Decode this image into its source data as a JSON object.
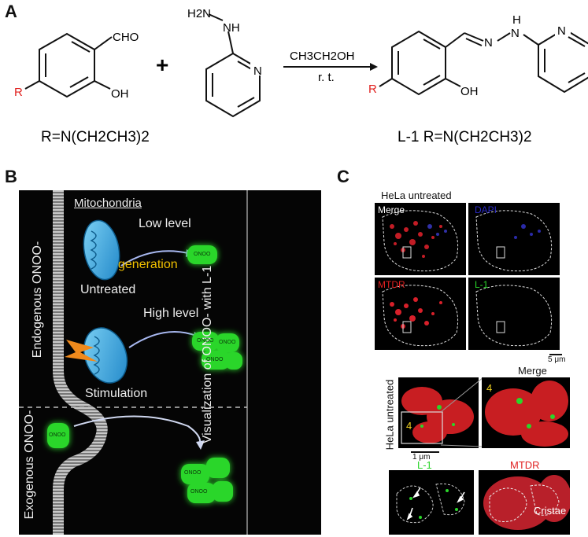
{
  "panelA": {
    "label": "A",
    "reactant1_cho": "CHO",
    "reactant1_oh": "OH",
    "reactant1_r": "R",
    "plus": "+",
    "reactant2_h2n": "H2N",
    "reactant2_nh": "NH",
    "reactant2_n": "N",
    "solvent": "CH3CH2OH",
    "condition": "r. t.",
    "product_n": "N",
    "product_h": "H",
    "product_n2": "N",
    "product_n3": "N",
    "product_oh": "OH",
    "product_r": "R",
    "r_def_left": "R=N(CH2CH3)2",
    "r_def_right": "L-1 R=N(CH2CH3)2"
  },
  "panelB": {
    "label": "B",
    "mitochondria": "Mitochondria",
    "low_level": "Low level",
    "generation": "generation",
    "untreated": "Untreated",
    "high_level": "High level",
    "stimulation": "Stimulation",
    "endogenous": "Endogenous ONOO-",
    "exogenous": "Exogenous ONOO-",
    "visualization": "Visualization of ONOO- with L-1",
    "blob_text": "ONOO",
    "colors": {
      "green": "#2ad62a",
      "mito": "#2f9fd8",
      "generation": "#f0c000"
    }
  },
  "panelC": {
    "label": "C",
    "title": "HeLa untreated",
    "merge": "Merge",
    "dapi": "DAPI",
    "mtdr": "MTDR",
    "l1": "L-1",
    "scale1": "5 μm",
    "side_label": "HeLa untreated",
    "merge2": "Merge",
    "four_a": "4",
    "four_b": "4",
    "scale2": "1 μm",
    "l1_b": "L-1",
    "mtdr_b": "MTDR",
    "cristae": "Cristae"
  }
}
